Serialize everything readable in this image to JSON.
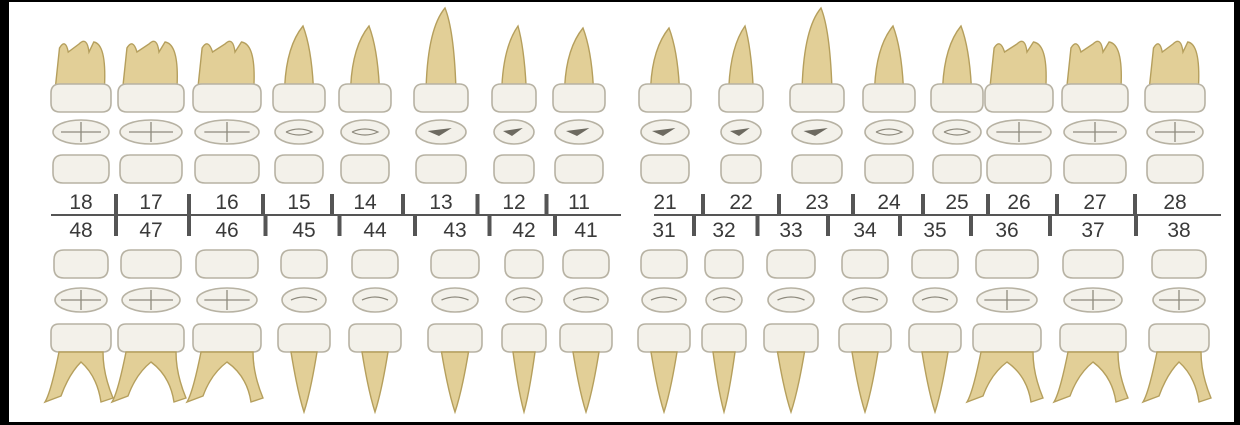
{
  "upper": {
    "right": [
      "18",
      "17",
      "16",
      "15",
      "14",
      "13",
      "12",
      "11"
    ],
    "left": [
      "21",
      "22",
      "23",
      "24",
      "25",
      "26",
      "27",
      "28"
    ]
  },
  "lower": {
    "right": [
      "48",
      "47",
      "46",
      "45",
      "44",
      "43",
      "42",
      "41"
    ],
    "left": [
      "31",
      "32",
      "33",
      "34",
      "35",
      "36",
      "37",
      "38"
    ]
  },
  "colors": {
    "crown": "#f3f1ea",
    "crown_edge": "#b7b2a3",
    "root": "#e2cf97",
    "root_edge": "#b59f5d",
    "groove": "#8e8a7d"
  }
}
